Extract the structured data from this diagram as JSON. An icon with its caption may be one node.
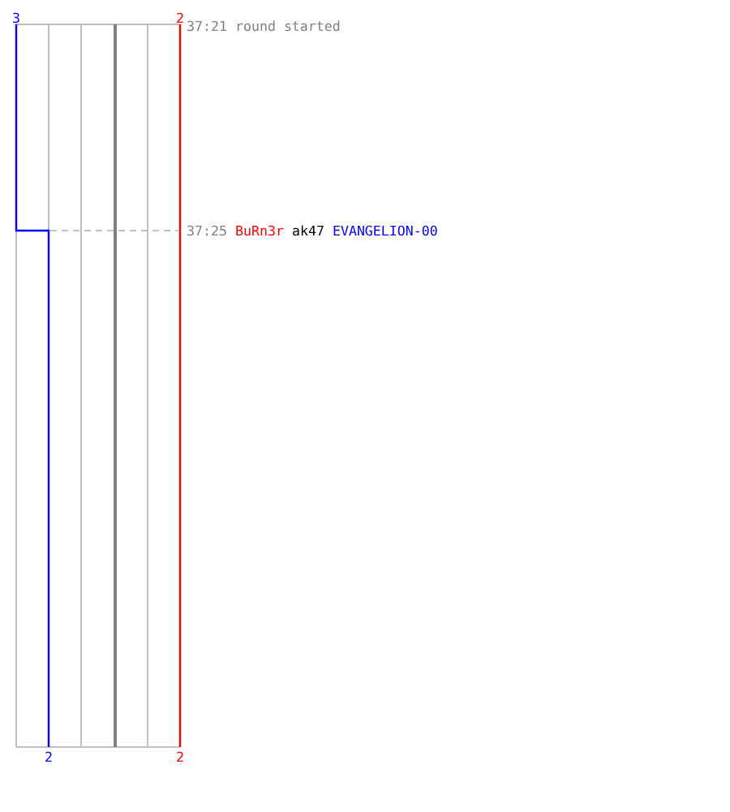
{
  "diagram": {
    "labels": [
      "3",
      "2",
      "37:21 round started",
      "37:25",
      "BuRn3r",
      "ak47",
      "EVANGELION-00",
      "2",
      "2"
    ]
  }
}
